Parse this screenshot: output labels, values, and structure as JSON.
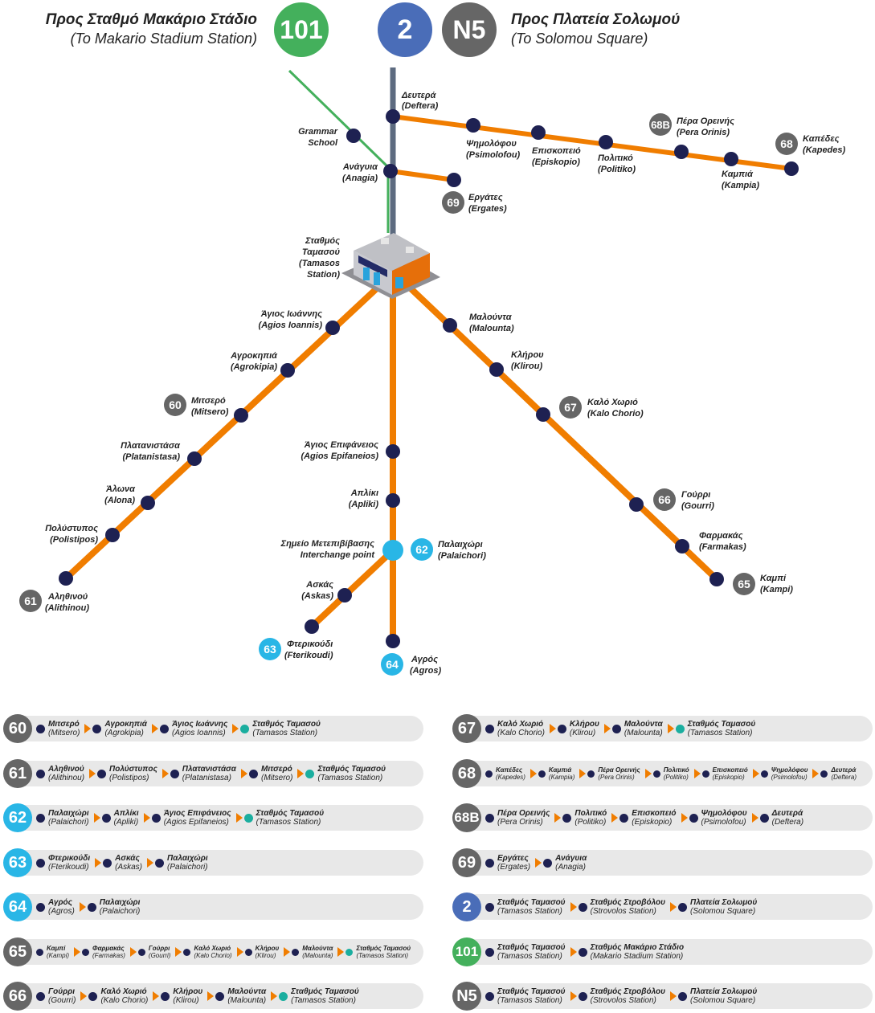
{
  "header": {
    "left_gr": "Προς Σταθμό Μακάριο Στάδιο",
    "left_en": "(To Makario Stadium Station)",
    "right_gr": "Προς Πλατεία Σολωμού",
    "right_en": "(To Solomou Square)",
    "badges": [
      {
        "label": "101",
        "color": "#44b05c"
      },
      {
        "label": "2",
        "color": "#4a6db8"
      },
      {
        "label": "N5",
        "color": "#666666"
      }
    ]
  },
  "colors": {
    "orange": "#f07d00",
    "green": "#44b05c",
    "slate": "#5d6b80",
    "stop": "#1e2152",
    "interchange": "#29b6e6",
    "grey_badge": "#666666",
    "cyan_badge": "#29b6e6"
  },
  "icons": {
    "station": "station-building-icon",
    "arrow": "orange-arrow-icon"
  },
  "map": {
    "station": {
      "gr1": "Σταθμός",
      "gr2": "Ταμασού",
      "en1": "(Tamasos",
      "en2": "Station)"
    },
    "interchange": {
      "gr": "Σημείο Μετεπιβίβασης",
      "en": "Interchange point"
    },
    "stops": [
      {
        "gr": "Δευτερά",
        "en": "(Deftera)"
      },
      {
        "gr": "Ψημολόφου",
        "en": "(Psimolofou)"
      },
      {
        "gr": "Επισκοπειό",
        "en": "(Episkopio)"
      },
      {
        "gr": "Πολιτικό",
        "en": "(Politiko)"
      },
      {
        "gr": "Πέρα Ορεινής",
        "en": "(Pera Orinis)",
        "badge": "68B"
      },
      {
        "gr": "Καμπιά",
        "en": "(Kampia)"
      },
      {
        "gr": "Καπέδες",
        "en": "(Kapedes)",
        "badge": "68"
      },
      {
        "gr": "Grammar",
        "en": "School"
      },
      {
        "gr": "Ανάγυια",
        "en": "(Anagia)"
      },
      {
        "gr": "Εργάτες",
        "en": "(Ergates)",
        "badge": "69"
      },
      {
        "gr": "Άγιος Ιωάννης",
        "en": "(Agios Ioannis)"
      },
      {
        "gr": "Αγροκηπιά",
        "en": "(Agrokipia)"
      },
      {
        "gr": "Μιτσερό",
        "en": "(Mitsero)",
        "badge": "60"
      },
      {
        "gr": "Πλατανιστάσα",
        "en": "(Platanistasa)"
      },
      {
        "gr": "Άλωνα",
        "en": "(Alona)"
      },
      {
        "gr": "Πολύστυπος",
        "en": "(Polistipos)"
      },
      {
        "gr": "Αληθινού",
        "en": "(Alithinou)",
        "badge": "61"
      },
      {
        "gr": "Άγιος Επιφάνειος",
        "en": "(Agios Epifaneios)"
      },
      {
        "gr": "Απλίκι",
        "en": "(Apliki)"
      },
      {
        "gr": "Παλαιχώρι",
        "en": "(Palaichori)",
        "badge": "62"
      },
      {
        "gr": "Ασκάς",
        "en": "(Askas)"
      },
      {
        "gr": "Φτερικούδι",
        "en": "(Fterikoudi)",
        "badge": "63"
      },
      {
        "gr": "Αγρός",
        "en": "(Agros)",
        "badge": "64"
      },
      {
        "gr": "Μαλούντα",
        "en": "(Malounta)"
      },
      {
        "gr": "Κλήρου",
        "en": "(Klirou)"
      },
      {
        "gr": "Καλό Χωριό",
        "en": "(Kalo Chorio)",
        "badge": "67"
      },
      {
        "gr": "Γούρρι",
        "en": "(Gourri)",
        "badge": "66"
      },
      {
        "gr": "Φαρμακάς",
        "en": "(Farmakas)"
      },
      {
        "gr": "Καμπί",
        "en": "(Kampi)",
        "badge": "65"
      }
    ]
  },
  "routes": [
    {
      "num": "60",
      "color": "#666666",
      "stops": [
        [
          "Μιτσερό",
          "(Mitsero)"
        ],
        [
          "Αγροκηπιά",
          "(Agrokipia)"
        ],
        [
          "Άγιος Ιωάννης",
          "(Agios Ioannis)"
        ],
        [
          "Σταθμός Ταμασού",
          "(Tamasos Station)"
        ]
      ]
    },
    {
      "num": "61",
      "color": "#666666",
      "stops": [
        [
          "Αληθινού",
          "(Alithinou)"
        ],
        [
          "Πολύστυπος",
          "(Polistipos)"
        ],
        [
          "Πλατανιστάσα",
          "(Platanistasa)"
        ],
        [
          "Μιτσερό",
          "(Mitsero)"
        ],
        [
          "Σταθμός Ταμασού",
          "(Tamasos Station)"
        ]
      ]
    },
    {
      "num": "62",
      "color": "#29b6e6",
      "stops": [
        [
          "Παλαιχώρι",
          "(Palaichori)"
        ],
        [
          "Απλίκι",
          "(Apliki)"
        ],
        [
          "Άγιος Επιφάνειος",
          "(Agios Epifaneios)"
        ],
        [
          "Σταθμός Ταμασού",
          "(Tamasos Station)"
        ]
      ]
    },
    {
      "num": "63",
      "color": "#29b6e6",
      "stops": [
        [
          "Φτερικούδι",
          "(Fterikoudi)"
        ],
        [
          "Ασκάς",
          "(Askas)"
        ],
        [
          "Παλαιχώρι",
          "(Palaichori)"
        ]
      ]
    },
    {
      "num": "64",
      "color": "#29b6e6",
      "stops": [
        [
          "Αγρός",
          "(Agros)"
        ],
        [
          "Παλαιχώρι",
          "(Palaichori)"
        ]
      ]
    },
    {
      "num": "65",
      "color": "#666666",
      "small": true,
      "stops": [
        [
          "Καμπί",
          "(Kampi)"
        ],
        [
          "Φαρμακάς",
          "(Farmakas)"
        ],
        [
          "Γούρρι",
          "(Gourri)"
        ],
        [
          "Καλό Χωριό",
          "(Kalo Chorio)"
        ],
        [
          "Κλήρου",
          "(Klirou)"
        ],
        [
          "Μαλούντα",
          "(Malounta)"
        ],
        [
          "Σταθμός Ταμασού",
          "(Tamasos Station)"
        ]
      ]
    },
    {
      "num": "66",
      "color": "#666666",
      "stops": [
        [
          "Γούρρι",
          "(Gourri)"
        ],
        [
          "Καλό Χωριό",
          "(Kalo Chorio)"
        ],
        [
          "Κλήρου",
          "(Klirou)"
        ],
        [
          "Μαλούντα",
          "(Malounta)"
        ],
        [
          "Σταθμός Ταμασού",
          "(Tamasos Station)"
        ]
      ]
    },
    {
      "num": "67",
      "color": "#666666",
      "stops": [
        [
          "Καλό Χωριό",
          "(Kalo Chorio)"
        ],
        [
          "Κλήρου",
          "(Klirou)"
        ],
        [
          "Μαλούντα",
          "(Malounta)"
        ],
        [
          "Σταθμός Ταμασού",
          "(Tamasos Station)"
        ]
      ]
    },
    {
      "num": "68",
      "color": "#666666",
      "small": true,
      "stops": [
        [
          "Καπέδες",
          "(Kapedes)"
        ],
        [
          "Καμπιά",
          "(Kampia)"
        ],
        [
          "Πέρα Ορεινής",
          "(Pera Orinis)"
        ],
        [
          "Πολιτικό",
          "(Politiko)"
        ],
        [
          "Επισκοπειό",
          "(Episkopio)"
        ],
        [
          "Ψημολόφου",
          "(Psimolofou)"
        ],
        [
          "Δευτερά",
          "(Deftera)"
        ]
      ]
    },
    {
      "num": "68B",
      "color": "#666666",
      "stops": [
        [
          "Πέρα Ορεινής",
          "(Pera Orinis)"
        ],
        [
          "Πολιτικό",
          "(Politiko)"
        ],
        [
          "Επισκοπειό",
          "(Episkopio)"
        ],
        [
          "Ψημολόφου",
          "(Psimolofou)"
        ],
        [
          "Δευτερά",
          "(Deftera)"
        ]
      ]
    },
    {
      "num": "69",
      "color": "#666666",
      "stops": [
        [
          "Εργάτες",
          "(Ergates)"
        ],
        [
          "Ανάγυια",
          "(Anagia)"
        ]
      ]
    },
    {
      "num": "2",
      "color": "#4a6db8",
      "stops": [
        [
          "Σταθμός Ταμασού",
          "(Tamasos Station)"
        ],
        [
          "Σταθμός Στροβόλου",
          "(Strovolos Station)"
        ],
        [
          "Πλατεία Σολωμού",
          "(Solomou Square)"
        ]
      ]
    },
    {
      "num": "101",
      "color": "#44b05c",
      "stops": [
        [
          "Σταθμός Ταμασού",
          "(Tamasos Station)"
        ],
        [
          "Σταθμός Μακάριο Στάδιο",
          "(Makario Stadium Station)"
        ]
      ]
    },
    {
      "num": "N5",
      "color": "#666666",
      "stops": [
        [
          "Σταθμός Ταμασού",
          "(Tamasos Station)"
        ],
        [
          "Σταθμός Στροβόλου",
          "(Strovolos Station)"
        ],
        [
          "Πλατεία Σολωμού",
          "(Solomou Square)"
        ]
      ]
    }
  ]
}
